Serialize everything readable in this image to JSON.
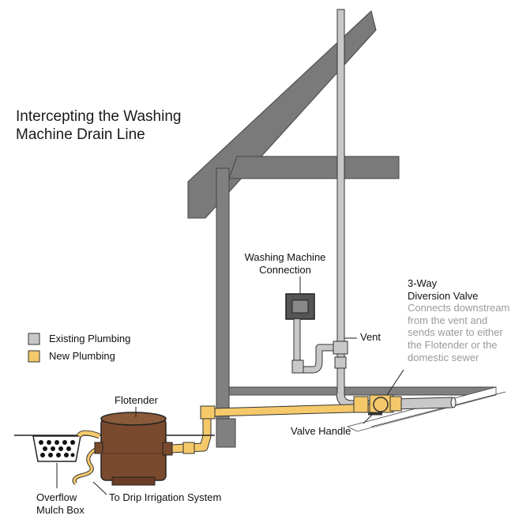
{
  "title": {
    "line1": "Intercepting the Washing",
    "line2": "Machine Drain Line"
  },
  "legend": {
    "existing": {
      "label": "Existing Plumbing",
      "color": "#c8c8c8"
    },
    "new": {
      "label": "New Plumbing",
      "color": "#f5c96a"
    }
  },
  "labels": {
    "washing_machine": {
      "line1": "Washing Machine",
      "line2": "Connection"
    },
    "vent": "Vent",
    "valve": {
      "line1": "3-Way",
      "line2": "Diversion Valve",
      "desc": [
        "Connects downstream",
        "from the vent and",
        "sends water to either",
        "the Flotender or the",
        "domestic sewer"
      ]
    },
    "flotender": "Flotender",
    "valve_handle": "Valve Handle",
    "irrigation": "To Drip Irrigation System",
    "mulch_box": {
      "line1": "Overflow",
      "line2": "Mulch Box"
    }
  },
  "colors": {
    "roof": "#7a7a7a",
    "wall": "#808080",
    "existing_pipe": "#c8c8c8",
    "new_pipe": "#f5c96a",
    "tank": "#7a4a2e",
    "outline": "#222222"
  }
}
